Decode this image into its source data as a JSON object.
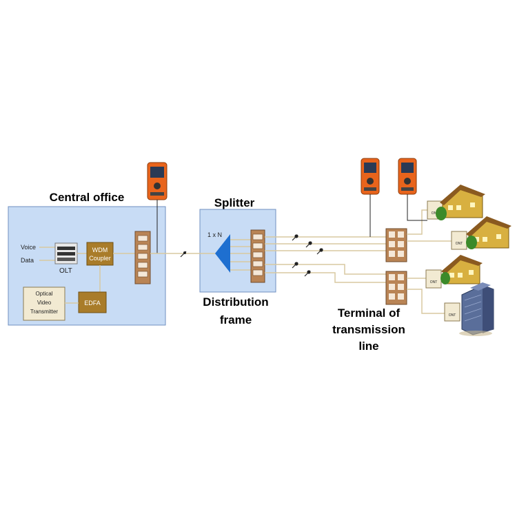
{
  "labels": {
    "central_office": "Central office",
    "splitter": "Splitter",
    "distribution": "Distribution",
    "frame": "frame",
    "terminal": "Terminal of",
    "transmission": "transmission",
    "line": "line"
  },
  "inputs": {
    "voice": "Voice",
    "data": "Data"
  },
  "devices": {
    "olt": "OLT",
    "wdm_1": "WDM",
    "wdm_2": "Coupler",
    "edfa": "EDFA",
    "ovt_1": "Optical",
    "ovt_2": "Video",
    "ovt_3": "Transmitter",
    "splitter_ratio": "1 x N",
    "ont": "ONT"
  },
  "colors": {
    "office_fill": "#c8dcf5",
    "office_stroke": "#6f8fc0",
    "device_fill": "#a97c2a",
    "fiber": "#d8c9a0",
    "splitter": "#1e6fd0",
    "meter": "#e8641c"
  }
}
